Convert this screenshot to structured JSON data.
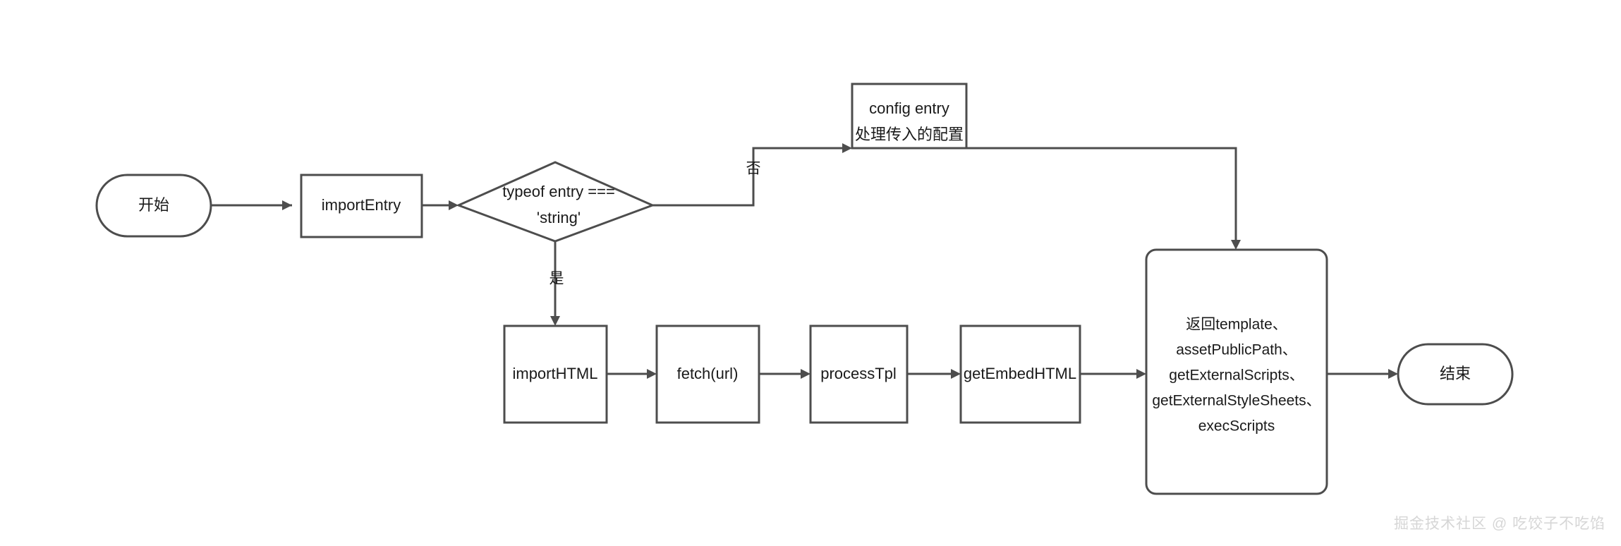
{
  "diagram": {
    "type": "flowchart",
    "direction": "left-to-right",
    "background_color": "#ffffff",
    "stroke_color": "#4d4d4d",
    "text_color": "#1a1a1a",
    "title": "importEntry flowchart"
  },
  "nodes": {
    "start": {
      "id": "start",
      "shape": "stadium",
      "label": "开始"
    },
    "import_entry": {
      "id": "import_entry",
      "shape": "rectangle",
      "label": "importEntry"
    },
    "decision": {
      "id": "decision",
      "shape": "diamond",
      "line1": "typeof entry ===",
      "line2": "'string'"
    },
    "config_entry": {
      "id": "config_entry",
      "shape": "rectangle",
      "line1": "config entry",
      "line2": "处理传入的配置"
    },
    "import_html": {
      "id": "import_html",
      "shape": "rectangle",
      "label": "importHTML"
    },
    "fetch_url": {
      "id": "fetch_url",
      "shape": "rectangle",
      "label": "fetch(url)"
    },
    "process_tpl": {
      "id": "process_tpl",
      "shape": "rectangle",
      "label": "processTpl"
    },
    "get_embed_html": {
      "id": "get_embed_html",
      "shape": "rectangle",
      "label": "getEmbedHTML"
    },
    "return_box": {
      "id": "return_box",
      "shape": "rounded-rectangle",
      "line1": "返回template、",
      "line2": "assetPublicPath、",
      "line3": "getExternalScripts、",
      "line4": "getExternalStyleSheets、",
      "line5": "execScripts"
    },
    "end": {
      "id": "end",
      "shape": "stadium",
      "label": "结束"
    }
  },
  "edge_labels": {
    "no_branch": "否",
    "yes_branch": "是"
  },
  "edges": [
    {
      "from": "start",
      "to": "import_entry",
      "label": ""
    },
    {
      "from": "import_entry",
      "to": "decision",
      "label": ""
    },
    {
      "from": "decision",
      "to": "config_entry",
      "label": "否"
    },
    {
      "from": "decision",
      "to": "import_html",
      "label": "是"
    },
    {
      "from": "config_entry",
      "to": "return_box",
      "label": ""
    },
    {
      "from": "import_html",
      "to": "fetch_url",
      "label": ""
    },
    {
      "from": "fetch_url",
      "to": "process_tpl",
      "label": ""
    },
    {
      "from": "process_tpl",
      "to": "get_embed_html",
      "label": ""
    },
    {
      "from": "get_embed_html",
      "to": "return_box",
      "label": ""
    },
    {
      "from": "return_box",
      "to": "end",
      "label": ""
    }
  ],
  "watermark": {
    "text": "掘金技术社区 @ 吃饺子不吃馅"
  }
}
